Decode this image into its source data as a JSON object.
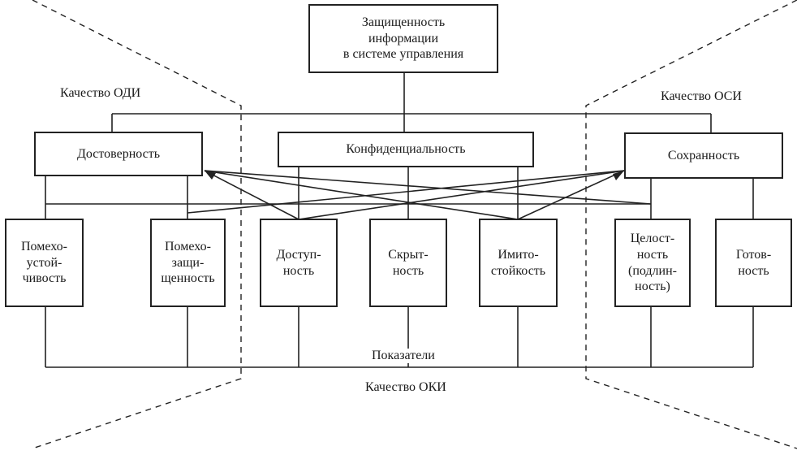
{
  "root": {
    "label": "Защищенность\nинформации\nв системе управления"
  },
  "groups": {
    "odi": "Качество  ОДИ",
    "osi": "Качество  ОСИ",
    "oki": "Качество ОКИ"
  },
  "criteria": {
    "dostovernost": "Достоверность",
    "konfidentsialnost": "Конфиденциальность",
    "sokhrannost": "Сохранность"
  },
  "indicators": {
    "pomekhoustoichivost": "Помехо-\nустой-\nчивость",
    "pomekhozashchishchennost": "Помехо-\nзащи-\nщенность",
    "dostupnost": "Доступ-\nность",
    "skrytnost": "Скрыт-\nность",
    "imitostoikost": "Имито-\nстойкость",
    "tselostnost": "Целост-\nность\n(подлин-\nность)",
    "gotovnost": "Готов-\nность"
  },
  "bottom_bus_label": "Показатели"
}
